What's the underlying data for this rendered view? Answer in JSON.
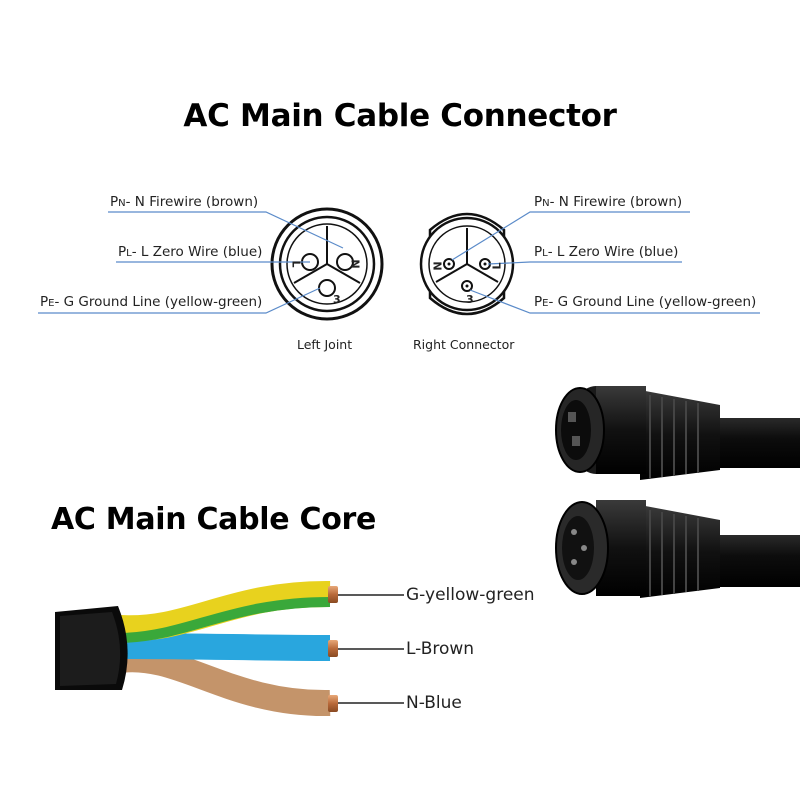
{
  "titles": {
    "connector": "AC Main Cable Connector",
    "core": "AC Main Cable Core"
  },
  "left_labels": [
    {
      "prefix": "P",
      "sub": "N",
      "text": "- N Firewire (brown)"
    },
    {
      "prefix": "P",
      "sub": "L",
      "text": "- L Zero Wire (blue)"
    },
    {
      "prefix": "P",
      "sub": "E",
      "text": "- G Ground Line (yellow-green)"
    }
  ],
  "right_labels": [
    {
      "prefix": "P",
      "sub": "N",
      "text": "- N Firewire (brown)"
    },
    {
      "prefix": "P",
      "sub": "L",
      "text": "- L Zero Wire (blue)"
    },
    {
      "prefix": "P",
      "sub": "E",
      "text": "- G Ground Line (yellow-green)"
    }
  ],
  "captions": {
    "left": "Left Joint",
    "right": "Right Connector"
  },
  "pins": {
    "n": "N",
    "l": "L",
    "three": "3"
  },
  "wires": [
    {
      "label": "G-yellow-green",
      "color": "#e8d21e",
      "stripe": "#3aa83a"
    },
    {
      "label": "L-Brown",
      "color": "#29a6de"
    },
    {
      "label": "N-Blue",
      "color": "#c4946a"
    }
  ],
  "colors": {
    "leader_line": "#5b8bc9",
    "jacket": "#0a0a0a",
    "copper": "#c97b4a"
  }
}
